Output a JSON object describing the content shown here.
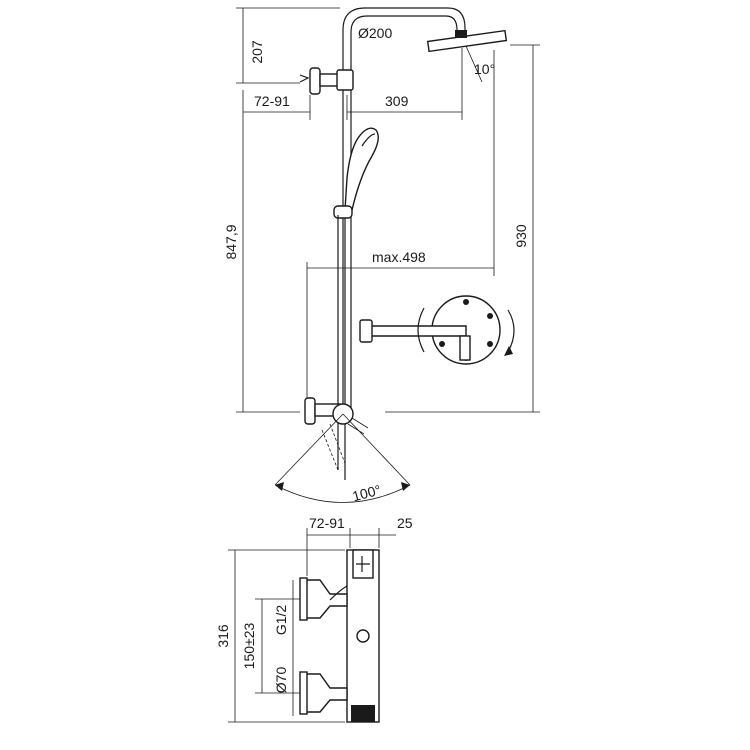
{
  "shower_column": {
    "head_height": "207",
    "head_diameter": "Ø200",
    "head_tilt": "10°",
    "bracket_depth": "72-91",
    "arm_reach": "309",
    "column_height": "847,9",
    "total_height": "930",
    "max_width": "max.498",
    "swivel_angle": "100°"
  },
  "thermostat": {
    "bracket_depth": "72-91",
    "offset": "25",
    "total_height": "316",
    "center_distance": "150±23",
    "thread": "G1/2",
    "rosette_diameter": "Ø70"
  }
}
